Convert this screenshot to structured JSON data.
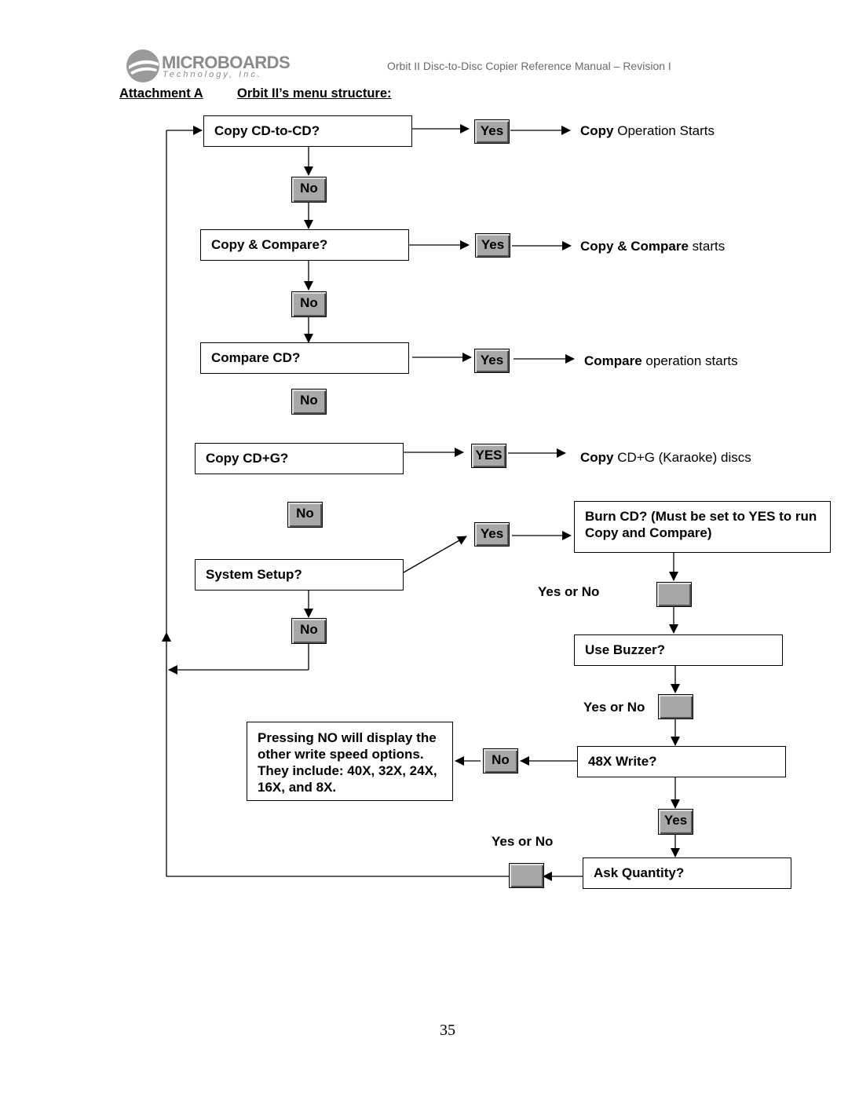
{
  "header": {
    "logo_word": "MICROBOARDS",
    "logo_sub": "Technology, Inc.",
    "manual_title": "Orbit II Disc-to-Disc Copier Reference Manual – Revision I"
  },
  "heading": {
    "attachment": "Attachment A",
    "title": "Orbit II’s menu structure:"
  },
  "menu": {
    "copy_cd": "Copy CD-to-CD?",
    "copy_compare": "Copy & Compare?",
    "compare_cd": "Compare CD?",
    "copy_cdg": "Copy CD+G?",
    "system_setup": "System Setup?",
    "burn_cd": "Burn CD? (Must be set to YES to run Copy and Compare)",
    "use_buzzer": "Use Buzzer?",
    "write_48x": "48X Write?",
    "ask_quantity": "Ask Quantity?",
    "pressing_no": "Pressing NO will display the other write speed options.  They include: 40X, 32X, 24X, 16X, and 8X."
  },
  "buttons": {
    "yes": "Yes",
    "yes_caps": "YES",
    "no": "No"
  },
  "results": {
    "copy_bold": "Copy",
    "copy_rest": " Operation Starts",
    "copy_compare_bold": "Copy & Compare",
    "copy_compare_rest": " starts",
    "compare_bold": "Compare",
    "compare_rest": " operation starts",
    "cdg_bold": "Copy",
    "cdg_rest": " CD+G (Karaoke) discs"
  },
  "labels": {
    "yes_or_no": "Yes or No"
  },
  "page_number": "35"
}
